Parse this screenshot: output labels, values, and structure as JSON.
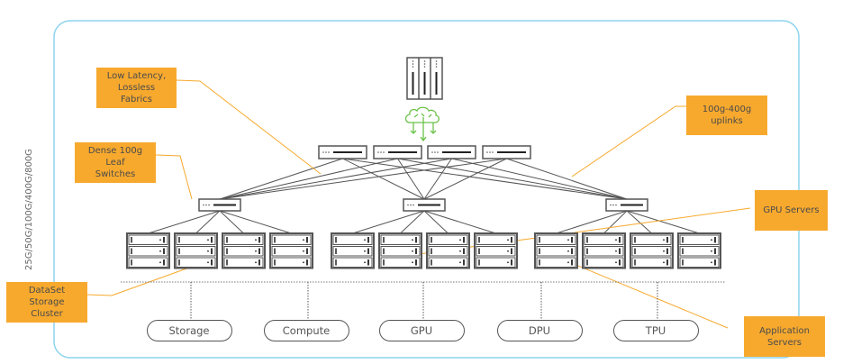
{
  "frame": {
    "border_color": "#8dd3ee",
    "side_label": "25G/50G/100G/400G/800G"
  },
  "colors": {
    "callout_fill": "#f7a92e",
    "callout_line": "#f7a92e",
    "cloud": "#6cc24a",
    "device_stroke": "#555555",
    "link": "#555555"
  },
  "top_device": {
    "icon": "server-tower-icon"
  },
  "cloud": {
    "icon": "cloud-ai-icon"
  },
  "spine_switches": [
    {
      "id": "spine-1"
    },
    {
      "id": "spine-2"
    },
    {
      "id": "spine-3"
    },
    {
      "id": "spine-4"
    }
  ],
  "leaf_switches": [
    {
      "id": "leaf-1"
    },
    {
      "id": "leaf-2"
    },
    {
      "id": "leaf-3"
    }
  ],
  "server_groups": [
    {
      "leaf": "leaf-1",
      "racks": 4,
      "units_per_rack": 3
    },
    {
      "leaf": "leaf-2",
      "racks": 4,
      "units_per_rack": 3
    },
    {
      "leaf": "leaf-3",
      "racks": 4,
      "units_per_rack": 3
    }
  ],
  "callouts": [
    {
      "id": "low-latency",
      "text": "Low Latency,\nLossless\nFabrics"
    },
    {
      "id": "dense-leaf",
      "text": "Dense 100g\nLeaf\nSwitches"
    },
    {
      "id": "uplinks",
      "text": "100g-400g\nuplinks"
    },
    {
      "id": "gpu-servers",
      "text": "GPU Servers"
    },
    {
      "id": "dataset-storage",
      "text": "DataSet\nStorage\nCluster"
    },
    {
      "id": "app-servers",
      "text": "Application\nServers"
    }
  ],
  "workloads": [
    "Storage",
    "Compute",
    "GPU",
    "DPU",
    "TPU"
  ]
}
